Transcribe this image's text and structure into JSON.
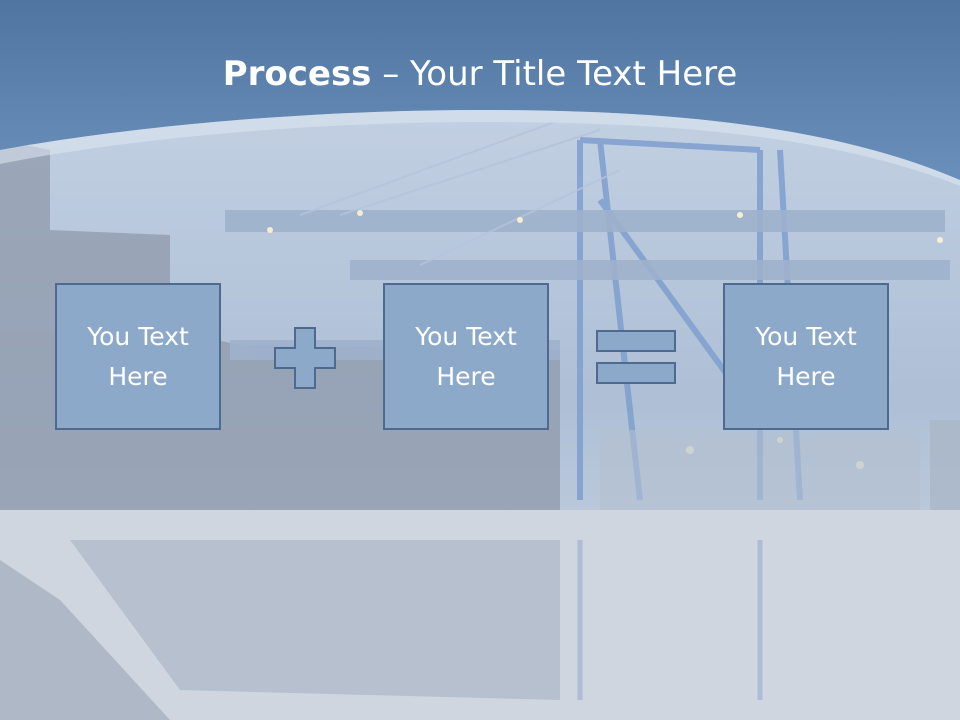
{
  "slide": {
    "title_bold": "Process",
    "title_rest": " – Your Title Text Here",
    "boxes": [
      {
        "line1": "You Text",
        "line2": "Here"
      },
      {
        "line1": "You Text",
        "line2": "Here"
      },
      {
        "line1": "You Text",
        "line2": "Here"
      }
    ],
    "operators": [
      "plus-icon",
      "equals-icon"
    ]
  },
  "colors": {
    "header": "#5f85b1",
    "box_fill": "#8da9c9",
    "box_border": "#4e6a8e",
    "text": "#ffffff"
  }
}
